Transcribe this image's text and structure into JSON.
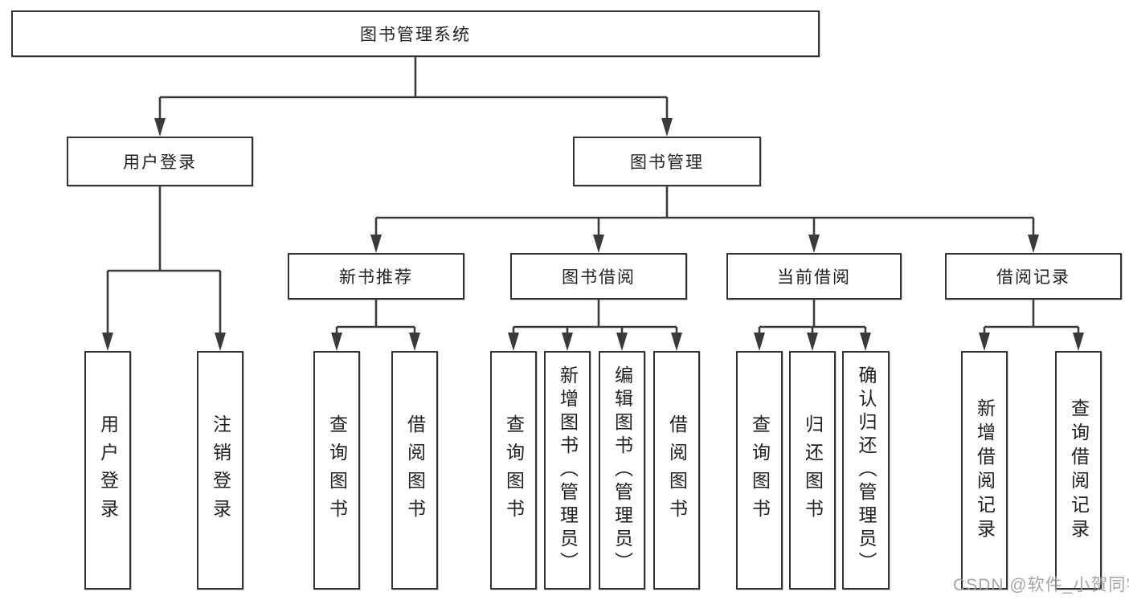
{
  "tree": {
    "label": "图书管理系统",
    "children": [
      {
        "label": "用户登录",
        "children": [
          {
            "label": "用户登录"
          },
          {
            "label": "注销登录"
          }
        ]
      },
      {
        "label": "图书管理",
        "children": [
          {
            "label": "新书推荐",
            "children": [
              {
                "label": "查询图书"
              },
              {
                "label": "借阅图书"
              }
            ]
          },
          {
            "label": "图书借阅",
            "children": [
              {
                "label": "查询图书"
              },
              {
                "label": "新增图书（管理员）"
              },
              {
                "label": "编辑图书（管理员）"
              },
              {
                "label": "借阅图书"
              }
            ]
          },
          {
            "label": "当前借阅",
            "children": [
              {
                "label": "查询图书"
              },
              {
                "label": "归还图书"
              },
              {
                "label": "确认归还（管理员）"
              }
            ]
          },
          {
            "label": "借阅记录",
            "children": [
              {
                "label": "新增借阅记录"
              },
              {
                "label": "查询借阅记录"
              }
            ]
          }
        ]
      }
    ]
  },
  "watermark": {
    "text": "CSDN @软件_小贺同学"
  },
  "colors": {
    "line": "#3a3a3a",
    "border": "#333333",
    "text": "#1f1f1f",
    "watermark": "#9e9e9e"
  }
}
